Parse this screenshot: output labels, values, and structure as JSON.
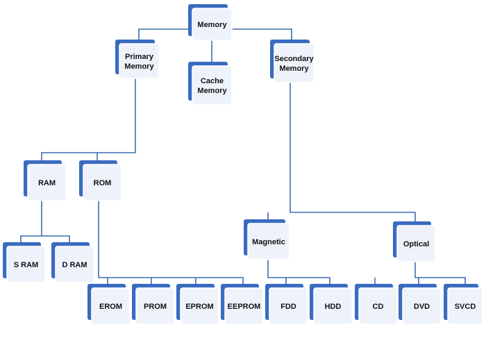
{
  "diagram": {
    "colors": {
      "box_back": "#3a6bc0",
      "box_front": "#eef3fb",
      "box_border": "#ffffff",
      "connector": "#3b6db3",
      "label": "#111111"
    },
    "nodes": [
      {
        "id": "memory",
        "lines": [
          "Memory"
        ]
      },
      {
        "id": "primary-memory",
        "lines": [
          "Primary",
          "Memory"
        ]
      },
      {
        "id": "cache-memory",
        "lines": [
          "Cache",
          "Memory"
        ]
      },
      {
        "id": "secondary-memory",
        "lines": [
          "Secondary",
          "Memory"
        ]
      },
      {
        "id": "ram",
        "lines": [
          "RAM"
        ]
      },
      {
        "id": "rom",
        "lines": [
          "ROM"
        ]
      },
      {
        "id": "s-ram",
        "lines": [
          "S RAM"
        ]
      },
      {
        "id": "d-ram",
        "lines": [
          "D RAM"
        ]
      },
      {
        "id": "erom",
        "lines": [
          "EROM"
        ]
      },
      {
        "id": "prom",
        "lines": [
          "PROM"
        ]
      },
      {
        "id": "eprom",
        "lines": [
          "EPROM"
        ]
      },
      {
        "id": "eeprom",
        "lines": [
          "EEPROM"
        ]
      },
      {
        "id": "magnetic",
        "lines": [
          "Magnetic"
        ]
      },
      {
        "id": "optical",
        "lines": [
          "Optical"
        ]
      },
      {
        "id": "fdd",
        "lines": [
          "FDD"
        ]
      },
      {
        "id": "hdd",
        "lines": [
          "HDD"
        ]
      },
      {
        "id": "cd",
        "lines": [
          "CD"
        ]
      },
      {
        "id": "dvd",
        "lines": [
          "DVD"
        ]
      },
      {
        "id": "svcd",
        "lines": [
          "SVCD"
        ]
      }
    ],
    "edges": [
      {
        "from": "memory",
        "to": "primary-memory"
      },
      {
        "from": "memory",
        "to": "cache-memory"
      },
      {
        "from": "memory",
        "to": "secondary-memory"
      },
      {
        "from": "primary-memory",
        "to": "ram"
      },
      {
        "from": "primary-memory",
        "to": "rom"
      },
      {
        "from": "ram",
        "to": "s-ram"
      },
      {
        "from": "ram",
        "to": "d-ram"
      },
      {
        "from": "rom",
        "to": "erom"
      },
      {
        "from": "rom",
        "to": "prom"
      },
      {
        "from": "rom",
        "to": "eprom"
      },
      {
        "from": "rom",
        "to": "eeprom"
      },
      {
        "from": "secondary-memory",
        "to": "magnetic"
      },
      {
        "from": "secondary-memory",
        "to": "optical"
      },
      {
        "from": "magnetic",
        "to": "fdd"
      },
      {
        "from": "magnetic",
        "to": "hdd"
      },
      {
        "from": "optical",
        "to": "cd"
      },
      {
        "from": "optical",
        "to": "dvd"
      },
      {
        "from": "optical",
        "to": "svcd"
      }
    ]
  }
}
